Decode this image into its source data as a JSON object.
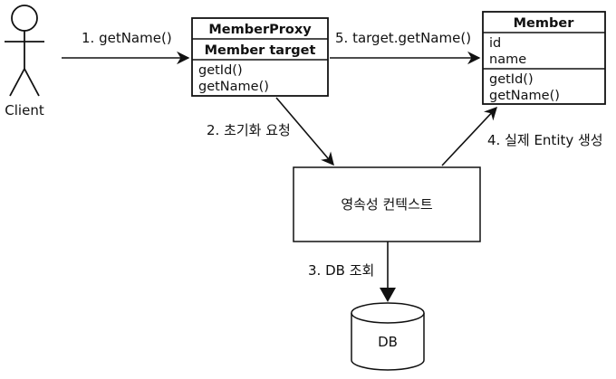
{
  "actor": {
    "label": "Client"
  },
  "proxy": {
    "title": "MemberProxy",
    "field": "Member target",
    "methods": [
      "getId()",
      "getName()"
    ]
  },
  "member": {
    "title": "Member",
    "fields": [
      "id",
      "name"
    ],
    "methods": [
      "getId()",
      "getName()"
    ]
  },
  "context": {
    "label": "영속성 컨텍스트"
  },
  "database": {
    "label": "DB"
  },
  "arrows": {
    "step1": "1. getName()",
    "step2": "2. 초기화 요청",
    "step3": "3. DB 조회",
    "step4": "4. 실제 Entity 생성",
    "step5": "5. target.getName()"
  }
}
